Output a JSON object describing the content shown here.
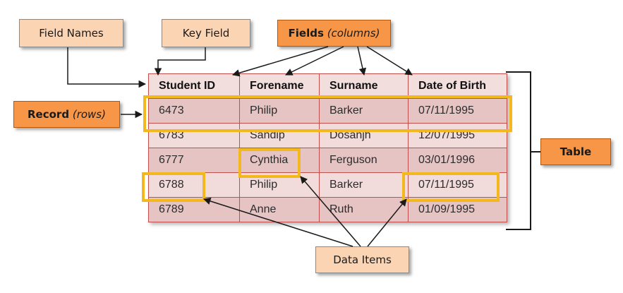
{
  "callouts": {
    "field_names": "Field Names",
    "key_field": "Key Field",
    "fields": {
      "main": "Fields",
      "sub": "(columns)"
    },
    "record": {
      "main": "Record",
      "sub": "(rows)"
    },
    "table": "Table",
    "data_items": "Data Items"
  },
  "table": {
    "headers": [
      "Student ID",
      "Forename",
      "Surname",
      "Date of Birth"
    ],
    "rows": [
      [
        "6473",
        "Philip",
        "Barker",
        "07/11/1995"
      ],
      [
        "6783",
        "Sandip",
        "Dosanjh",
        "12/07/1995"
      ],
      [
        "6777",
        "Cynthia",
        "Ferguson",
        "03/01/1996"
      ],
      [
        "6788",
        "Philip",
        "Barker",
        "07/11/1995"
      ],
      [
        "6789",
        "Anne",
        "Ruth",
        "01/09/1995"
      ]
    ]
  },
  "colors": {
    "callout_light": "#fbd4b4",
    "callout_dark": "#f79646",
    "header_bg": "#f3dede",
    "row_dark": "#e7c4c4",
    "row_light": "#f2dbdb",
    "grid_line": "#c0504d",
    "highlight": "#f2b81d"
  }
}
